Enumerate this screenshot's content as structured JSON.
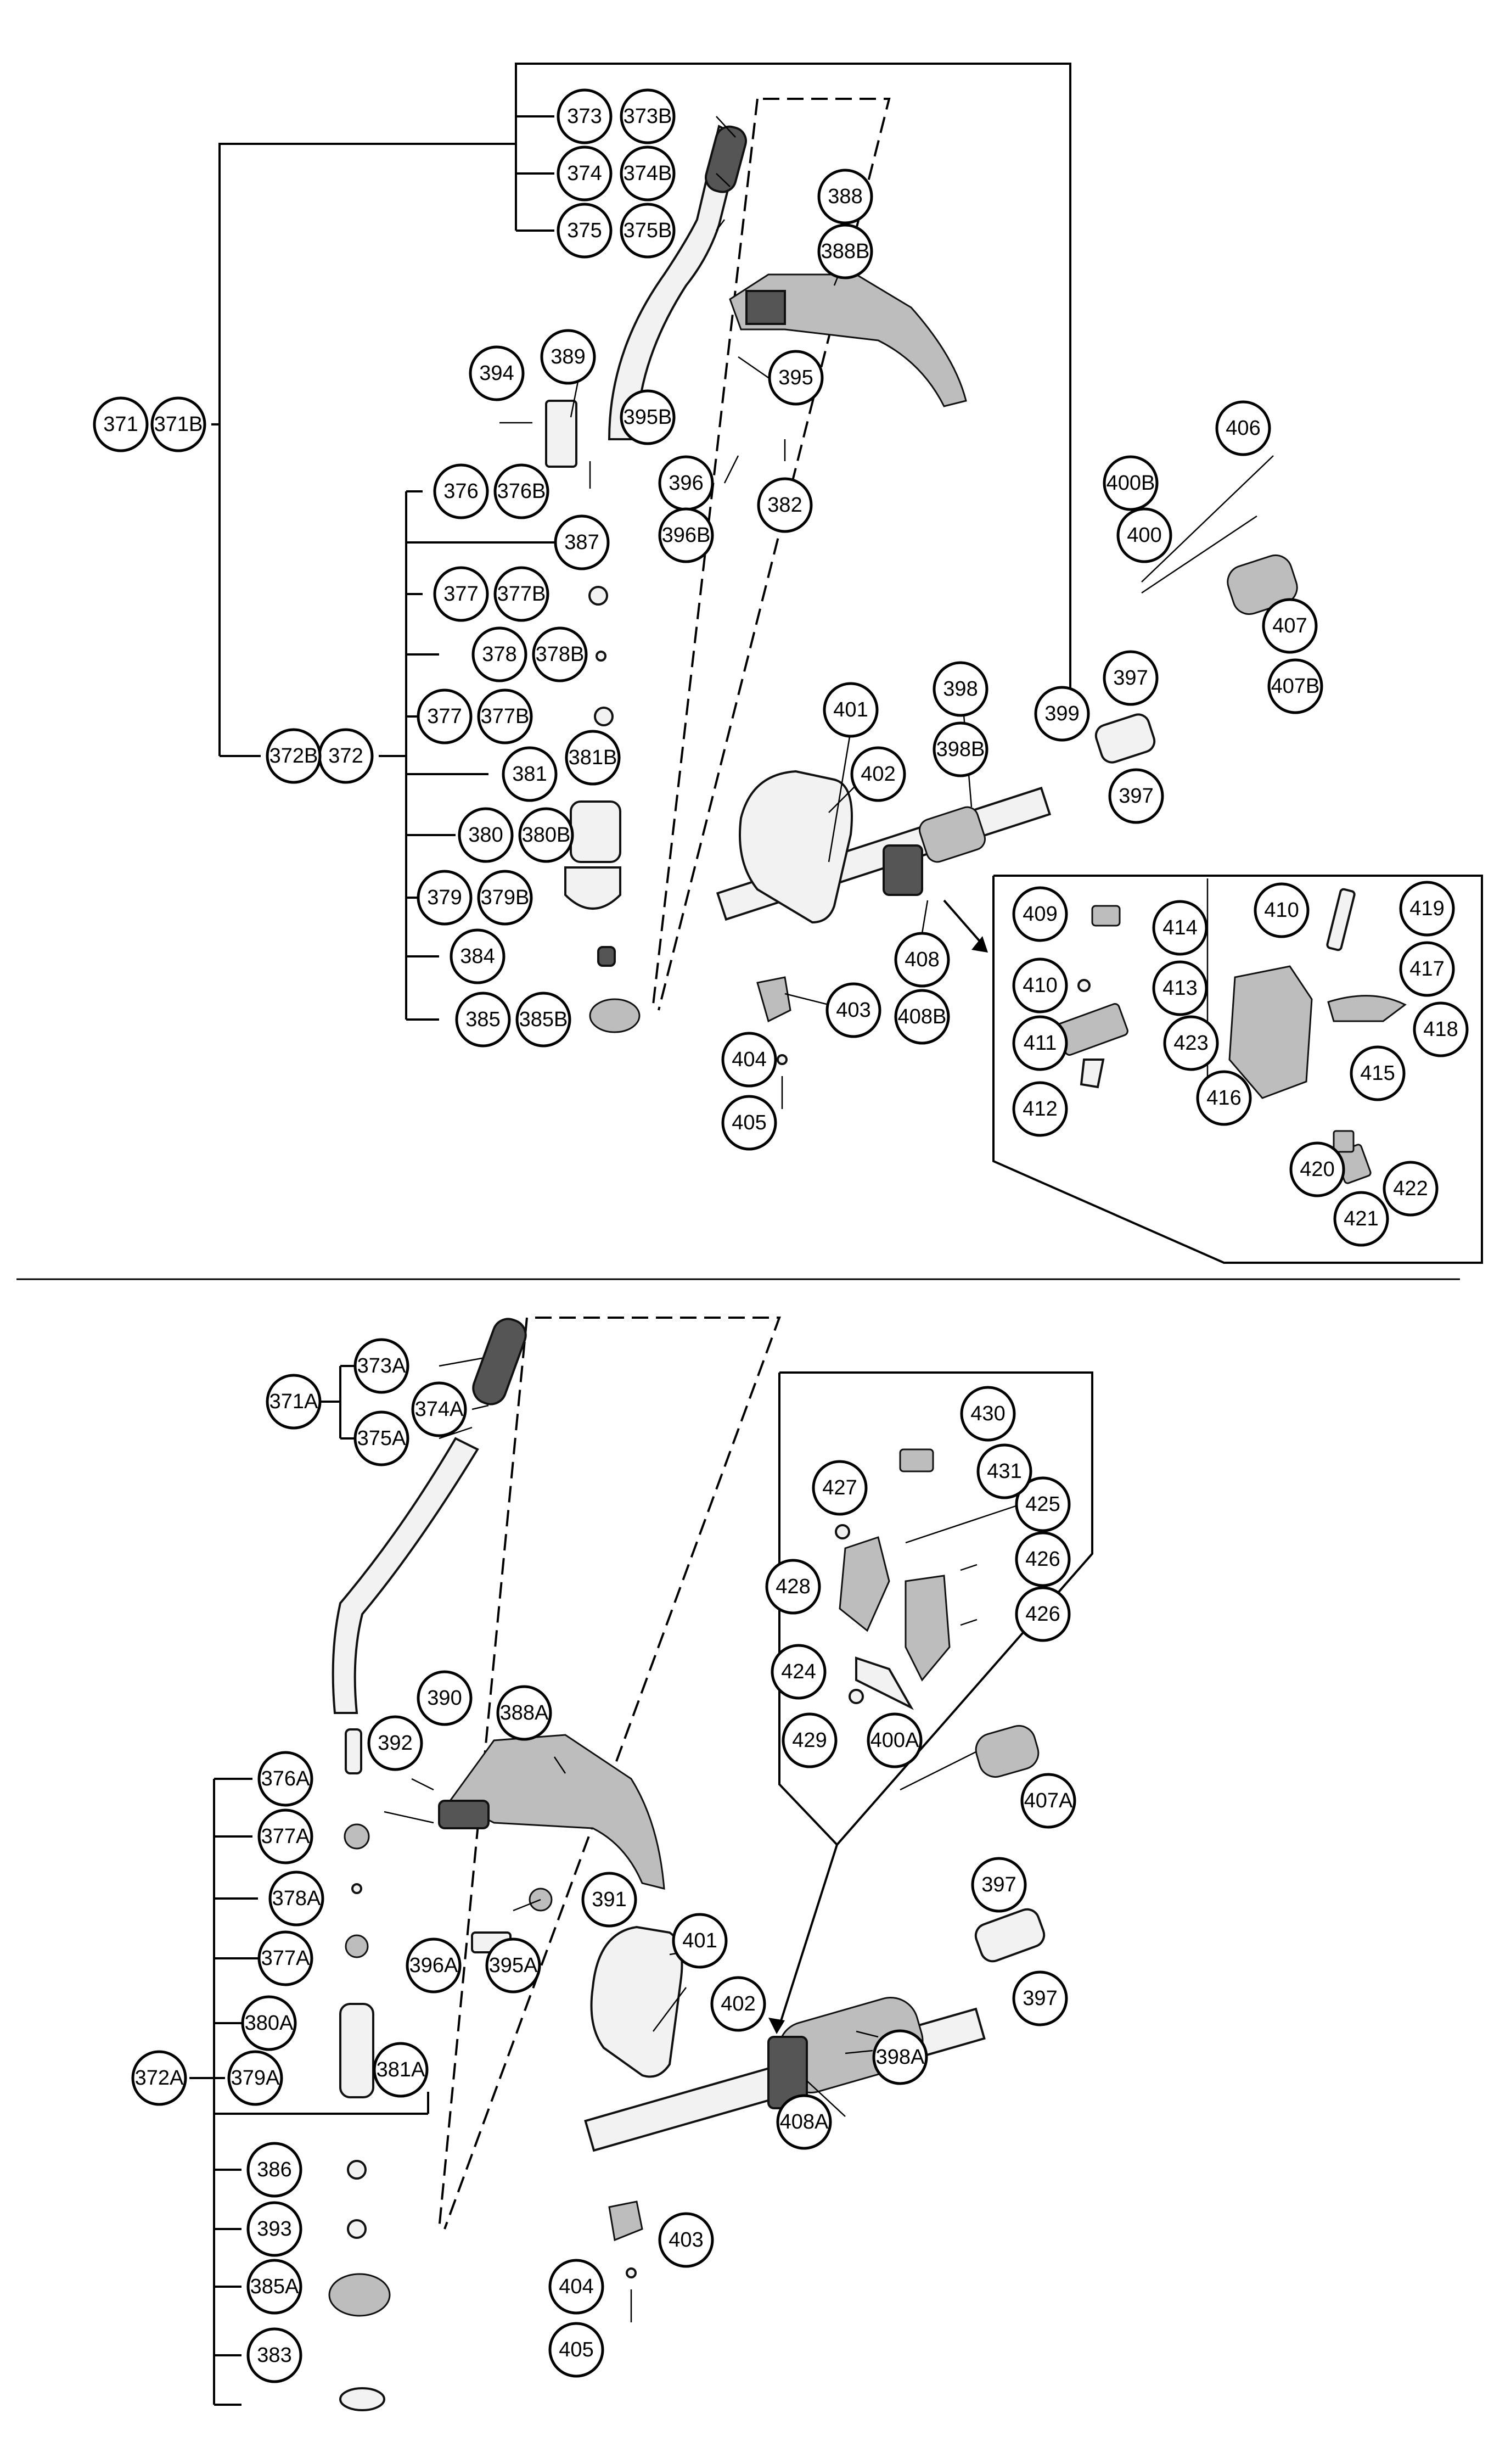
{
  "section_top": {
    "labels": [
      "371",
      "371B",
      "372B",
      "372",
      "373",
      "373B",
      "374",
      "374B",
      "375",
      "375B",
      "376",
      "376B",
      "377",
      "377B",
      "378",
      "378B",
      "379",
      "379B",
      "380",
      "380B",
      "381",
      "381B",
      "382",
      "384",
      "385",
      "385B",
      "387",
      "388",
      "388B",
      "389",
      "394",
      "395",
      "395B",
      "396",
      "396B",
      "397",
      "398",
      "398B",
      "399",
      "400",
      "400B",
      "401",
      "402",
      "403",
      "404",
      "405",
      "406",
      "407",
      "407B",
      "408",
      "408B"
    ]
  },
  "detail_top": {
    "labels": [
      "409",
      "410",
      "411",
      "412",
      "413",
      "414",
      "415",
      "416",
      "417",
      "418",
      "419",
      "420",
      "421",
      "422",
      "423"
    ]
  },
  "section_bottom": {
    "labels": [
      "371A",
      "372A",
      "373A",
      "374A",
      "375A",
      "376A",
      "377A",
      "378A",
      "379A",
      "380A",
      "381A",
      "383",
      "385A",
      "386",
      "388A",
      "390",
      "391",
      "392",
      "393",
      "395A",
      "396A",
      "397",
      "398A",
      "401",
      "402",
      "403",
      "404",
      "405",
      "408A"
    ]
  },
  "detail_bottom": {
    "labels": [
      "400A",
      "407A",
      "424",
      "425",
      "426",
      "427",
      "428",
      "429",
      "430",
      "431"
    ]
  }
}
